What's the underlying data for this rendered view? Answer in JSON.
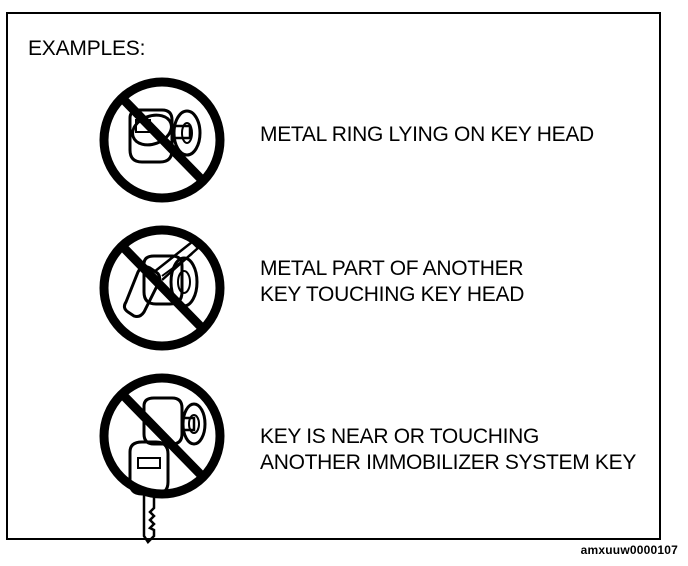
{
  "heading": "EXAMPLES:",
  "examples": [
    {
      "label": "METAL RING LYING ON KEY HEAD",
      "icon": "no-symbol-ring-on-key-icon"
    },
    {
      "label": "METAL PART OF ANOTHER\nKEY TOUCHING KEY HEAD",
      "icon": "no-symbol-key-touching-icon"
    },
    {
      "label": "KEY IS NEAR OR TOUCHING\nANOTHER IMMOBILIZER SYSTEM KEY",
      "icon": "no-symbol-immobilizer-key-icon"
    }
  ],
  "reference_code": "amxuuw0000107"
}
